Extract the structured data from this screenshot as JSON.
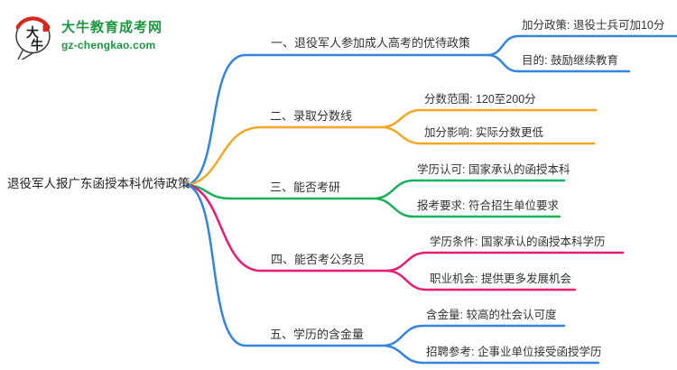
{
  "logo": {
    "icon_text_top": "大",
    "icon_text_bottom": "牛",
    "title": "大牛教育成考网",
    "domain": "gz-chengkao.com",
    "brand_green": "#1d9840",
    "seal_red": "#d6281e",
    "outline_dark": "#3a3a3a"
  },
  "mindmap": {
    "root": {
      "label": "退役军人报广东函授本科优待政策"
    },
    "branches": [
      {
        "label": "一、退役军人参加成人高考的优待政策",
        "color": "#3385e4",
        "children": [
          {
            "label": "加分政策: 退役士兵可加10分"
          },
          {
            "label": "目的: 鼓励继续教育"
          }
        ]
      },
      {
        "label": "二、录取分数线",
        "color": "#f5a623",
        "children": [
          {
            "label": "分数范围: 120至200分"
          },
          {
            "label": "加分影响: 实际分数更低"
          }
        ]
      },
      {
        "label": "三、能否考研",
        "color": "#17b158",
        "children": [
          {
            "label": "学历认可: 国家承认的函授本科"
          },
          {
            "label": "报考要求: 符合招生单位要求"
          }
        ]
      },
      {
        "label": "四、能否考公务员",
        "color": "#ee1a70",
        "children": [
          {
            "label": "学历条件: 国家承认的函授本科学历"
          },
          {
            "label": "职业机会: 提供更多发展机会"
          }
        ]
      },
      {
        "label": "五、学历的含金量",
        "color": "#3385e4",
        "children": [
          {
            "label": "含金量: 较高的社会认可度"
          },
          {
            "label": "招聘参考: 企事业单位接受函授学历"
          }
        ]
      }
    ]
  }
}
